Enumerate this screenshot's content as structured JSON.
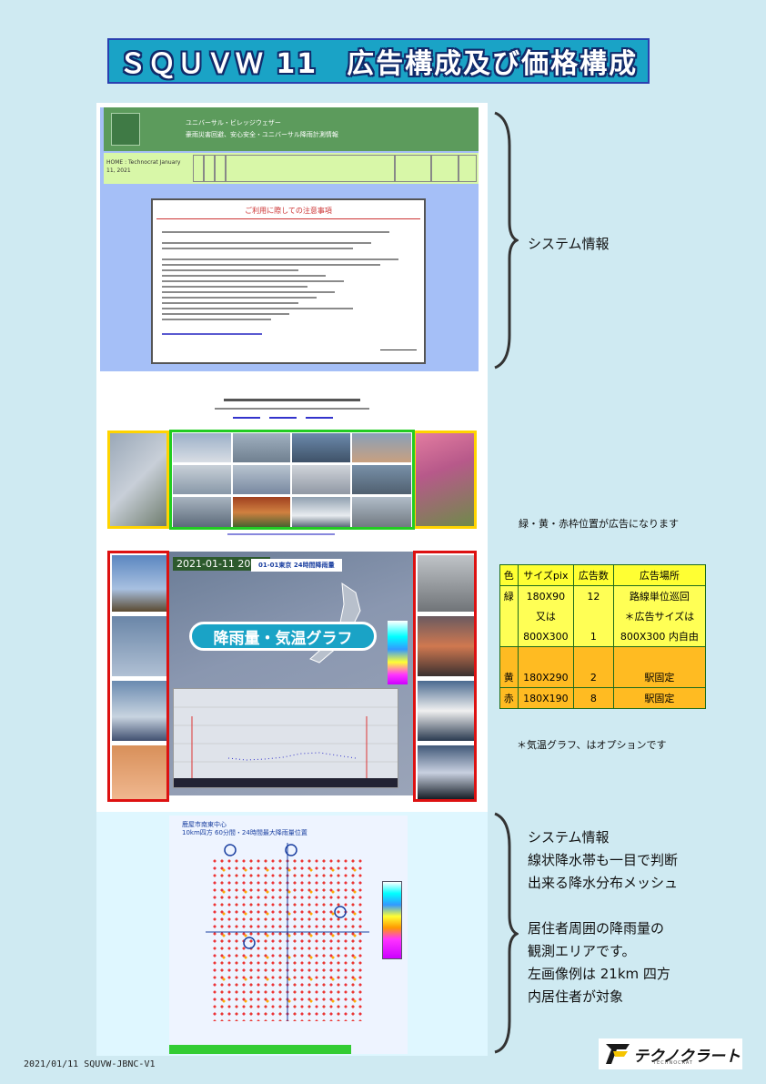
{
  "title": "ＳＱＵＶＷ 11　広告構成及び価格構成",
  "screenshot": {
    "header_line1": "ユニバーサル・ビレッジウェザー",
    "header_line2": "豪雨災害回避、安心安全・ユニバーサル降雨計測情報",
    "home_text": "HOME : Technocrat January 11, 2021",
    "notice_title": "ご利用に際しての注意事項",
    "map_time": "2021-01-11 20:50",
    "map_title": "01-01東京 24時間降雨量",
    "map_overlay": "降雨量・気温グラフ",
    "grid_title_1": "鹿屋市南東中心",
    "grid_title_2": "10km四方 60分間・24時間最大降雨量位置"
  },
  "side_labels": {
    "system_info": "システム情報",
    "ad_positions": "緑・黄・赤枠位置が広告になります",
    "temp_option": "＊気温グラフ、はオプションです",
    "mesh_lines": [
      "システム情報",
      "線状降水帯も一目で判断",
      "出来る降水分布メッシュ",
      "",
      "居住者周囲の降雨量の",
      "観測エリアです。",
      "左画像例は 21km 四方",
      "内居住者が対象"
    ]
  },
  "price_table": {
    "headers": [
      "色",
      "サイズpix",
      "広告数",
      "広告場所"
    ],
    "rows": [
      [
        "緑",
        "180X90",
        "12",
        "路線単位巡回"
      ],
      [
        "",
        "又は",
        "",
        "＊広告サイズは"
      ],
      [
        "",
        "800X300",
        "1",
        "800X300 内自由"
      ],
      [
        "",
        "",
        "",
        ""
      ],
      [
        "黄",
        "180X290",
        "2",
        "駅固定"
      ],
      [
        "赤",
        "180X190",
        "8",
        "駅固定"
      ]
    ]
  },
  "footer": {
    "left": "2021/01/11 SQUVW-JBNC-V1",
    "brand": "テクノクラート",
    "brand_sub": "TECHNOCRAT"
  }
}
